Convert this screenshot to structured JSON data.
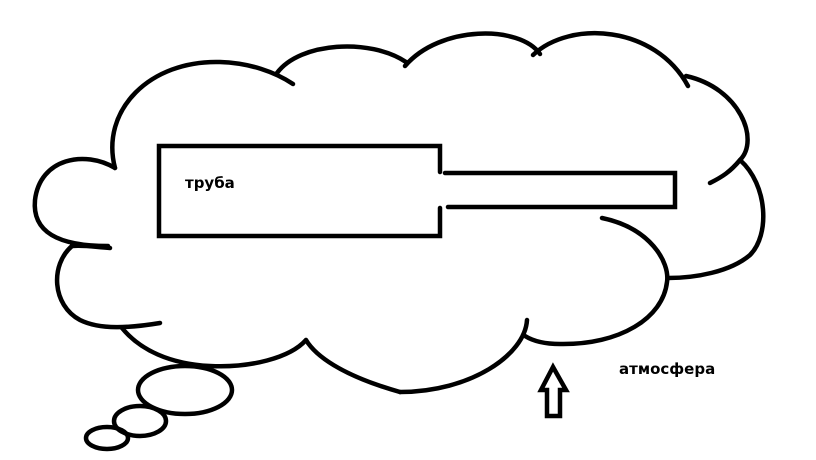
{
  "diagram": {
    "title": "",
    "style": "hand-drawn thought cloud",
    "stroke_color": "#000000",
    "background_color": "#ffffff",
    "labels": {
      "pipe": "труба",
      "atmosphere": "атмосфера"
    },
    "elements": [
      {
        "id": "thought-cloud",
        "kind": "cloud outline"
      },
      {
        "id": "thought-bubbles",
        "kind": "trailing ellipses",
        "count": 3
      },
      {
        "id": "pipe-wide-section",
        "kind": "rectangle",
        "label_ref": "pipe"
      },
      {
        "id": "pipe-narrow-section",
        "kind": "rectangle",
        "connected_to": "pipe-wide-section"
      },
      {
        "id": "atmosphere-arrow",
        "kind": "hollow arrow",
        "direction": "up",
        "label_ref": "atmosphere"
      }
    ]
  }
}
